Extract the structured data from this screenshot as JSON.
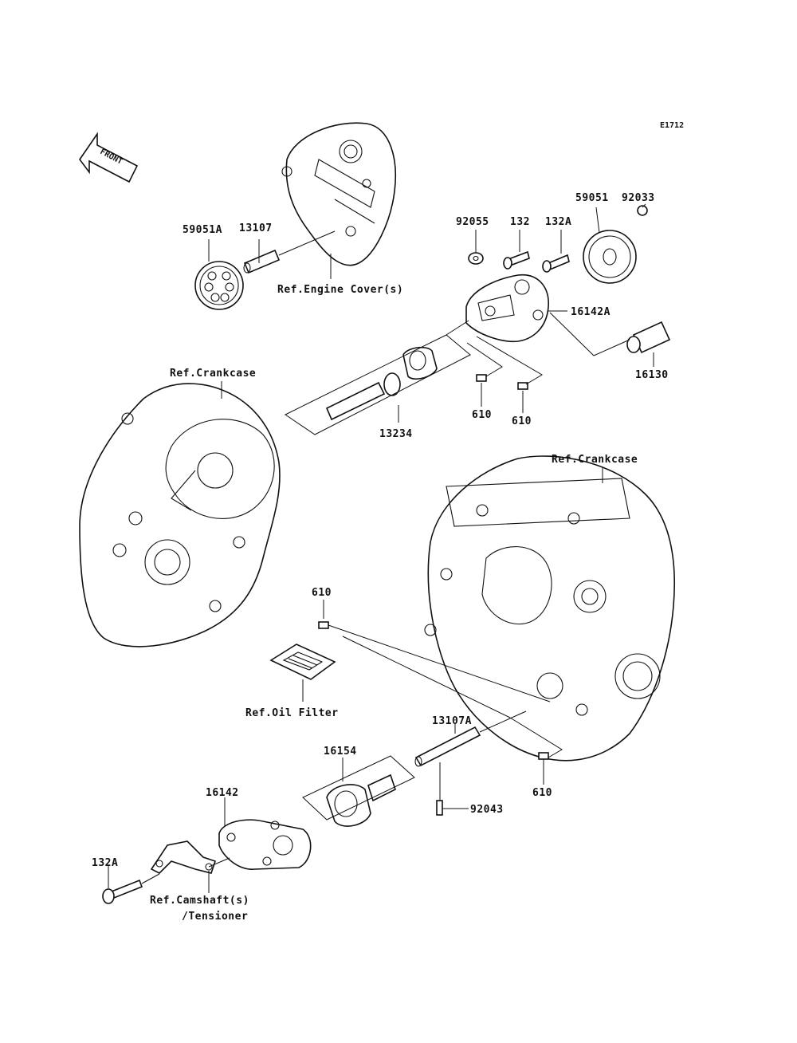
{
  "diagram_code": "E1712",
  "front_arrow_text": "FRONT",
  "labels": {
    "p59051A": "59051A",
    "p13107": "13107",
    "ref_engine_cover": "Ref.Engine Cover(s)",
    "p92055": "92055",
    "p132": "132",
    "p132A_top": "132A",
    "p59051": "59051",
    "p92033": "92033",
    "p16142A": "16142A",
    "p16130": "16130",
    "ref_crankcase_left": "Ref.Crankcase",
    "p13234": "13234",
    "p610_a": "610",
    "p610_b": "610",
    "ref_crankcase_right": "Ref.Crankcase",
    "p610_c": "610",
    "ref_oil_filter": "Ref.Oil Filter",
    "p13107A": "13107A",
    "p16154": "16154",
    "p16142": "16142",
    "p92043": "92043",
    "p610_d": "610",
    "p132A_bottom": "132A",
    "ref_camshaft_1": "Ref.Camshaft(s)",
    "ref_camshaft_2": "/Tensioner"
  },
  "colors": {
    "ink": "#111111",
    "paper": "#ffffff"
  }
}
